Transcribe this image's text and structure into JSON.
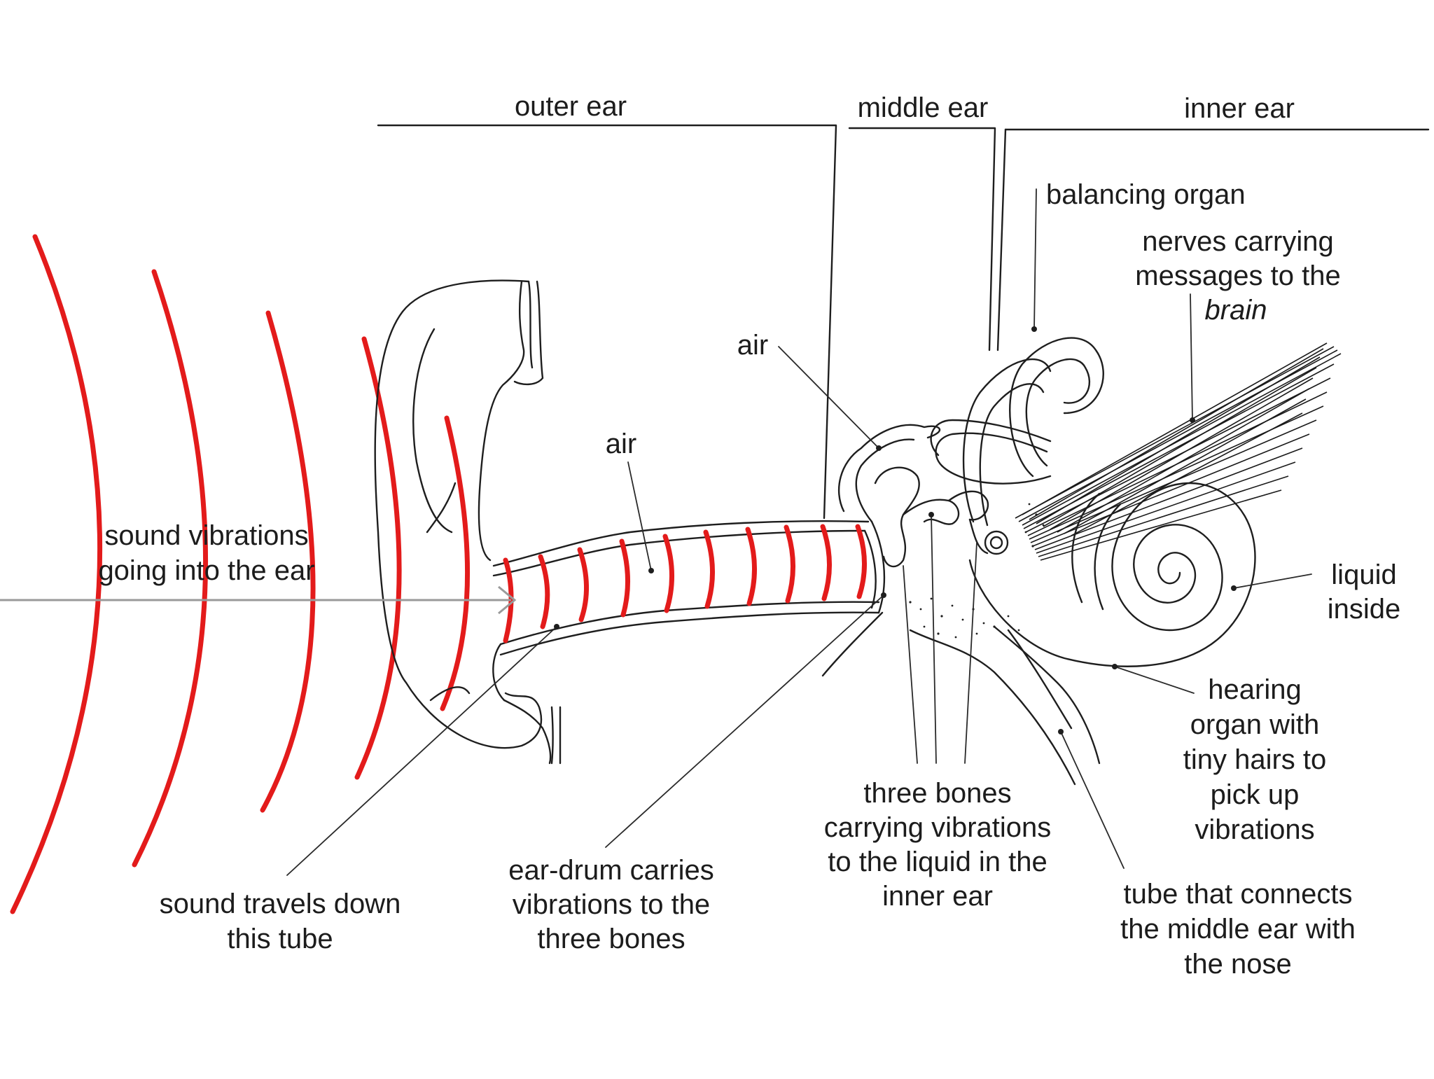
{
  "sections": {
    "outer": "outer ear",
    "middle": "middle ear",
    "inner": "inner ear"
  },
  "labels": {
    "balancing_organ": "balancing organ",
    "nerves_line1": "nerves carrying",
    "nerves_line2": "messages to the",
    "nerves_line3": "brain",
    "air_middle": "air",
    "air_canal": "air",
    "sound_vib_line1": "sound vibrations",
    "sound_vib_line2": "going into the ear",
    "liquid_line1": "liquid",
    "liquid_line2": "inside",
    "hearing_line1": "hearing",
    "hearing_line2": "organ with",
    "hearing_line3": "tiny hairs to",
    "hearing_line4": "pick up",
    "hearing_line5": "vibrations",
    "tube_line1": "sound travels down",
    "tube_line2": "this tube",
    "eardrum_line1": "ear-drum carries",
    "eardrum_line2": "vibrations to the",
    "eardrum_line3": "three bones",
    "bones_line1": "three bones",
    "bones_line2": "carrying vibrations",
    "bones_line3": "to the liquid in the",
    "bones_line4": "inner ear",
    "eustachian_line1": "tube that connects",
    "eustachian_line2": "the middle ear with",
    "eustachian_line3": "the nose"
  },
  "colors": {
    "wave": "#e31b1b",
    "arrow": "#9a9a9a",
    "ink": "#1e1e1e"
  }
}
